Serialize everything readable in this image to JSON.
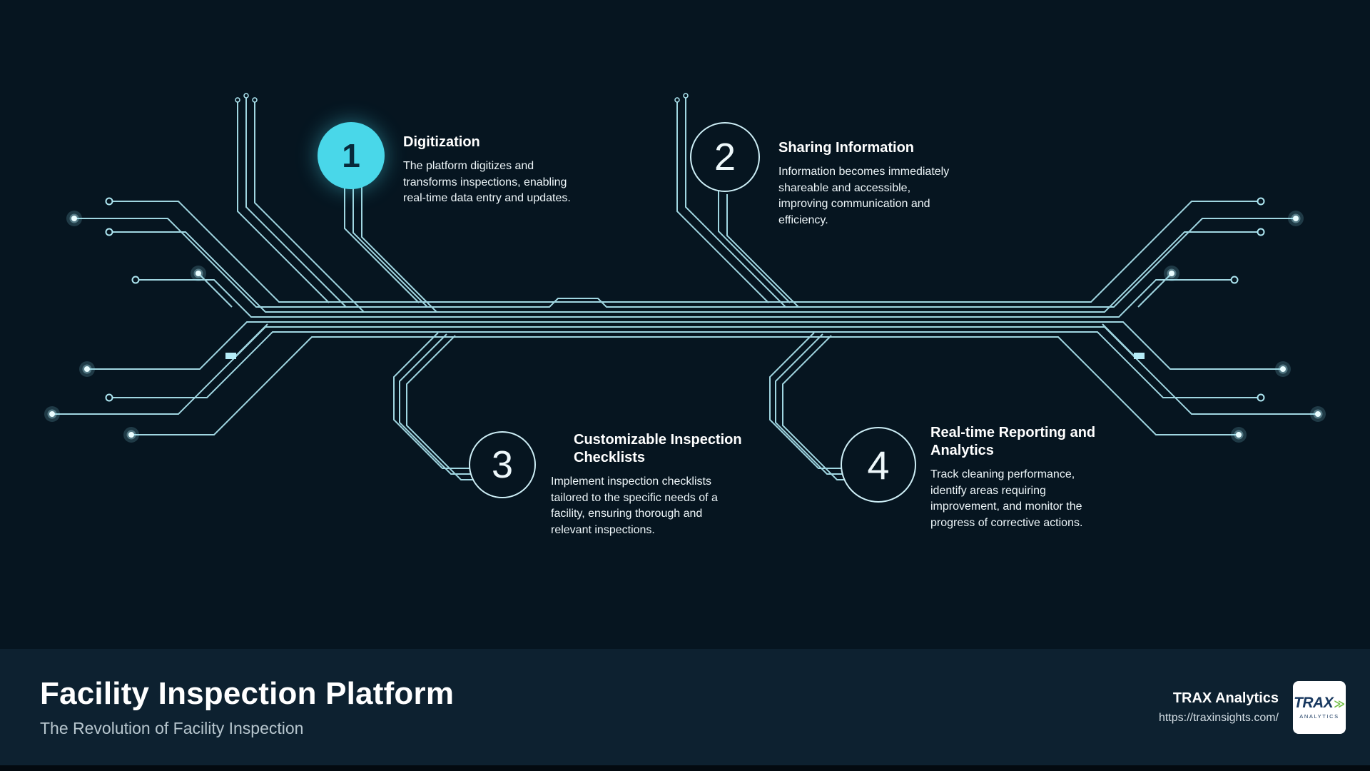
{
  "steps": [
    {
      "number": "1",
      "title": "Digitization",
      "description": "The platform digitizes and transforms inspections, enabling real-time data entry and updates."
    },
    {
      "number": "2",
      "title": "Sharing Information",
      "description": "Information becomes immediately shareable and accessible, improving communication and efficiency."
    },
    {
      "number": "3",
      "title": "Customizable Inspection Checklists",
      "description": "Implement inspection checklists tailored to the specific needs of a facility, ensuring thorough and relevant inspections."
    },
    {
      "number": "4",
      "title": "Real-time Reporting and Analytics",
      "description": "Track cleaning performance, identify areas requiring improvement, and monitor the progress of corrective actions."
    }
  ],
  "footer": {
    "title": "Facility Inspection Platform",
    "subtitle": "The Revolution of Facility Inspection",
    "brand": "TRAX Analytics",
    "url": "https://traxinsights.com/",
    "logo_text": "TRAX",
    "logo_mark": "≫",
    "logo_subtext": "ANALYTICS"
  },
  "colors": {
    "background": "#061520",
    "footer_background": "#0d2130",
    "accent_cyan": "#49d7e9",
    "trace_cyan": "#aee7f2"
  }
}
